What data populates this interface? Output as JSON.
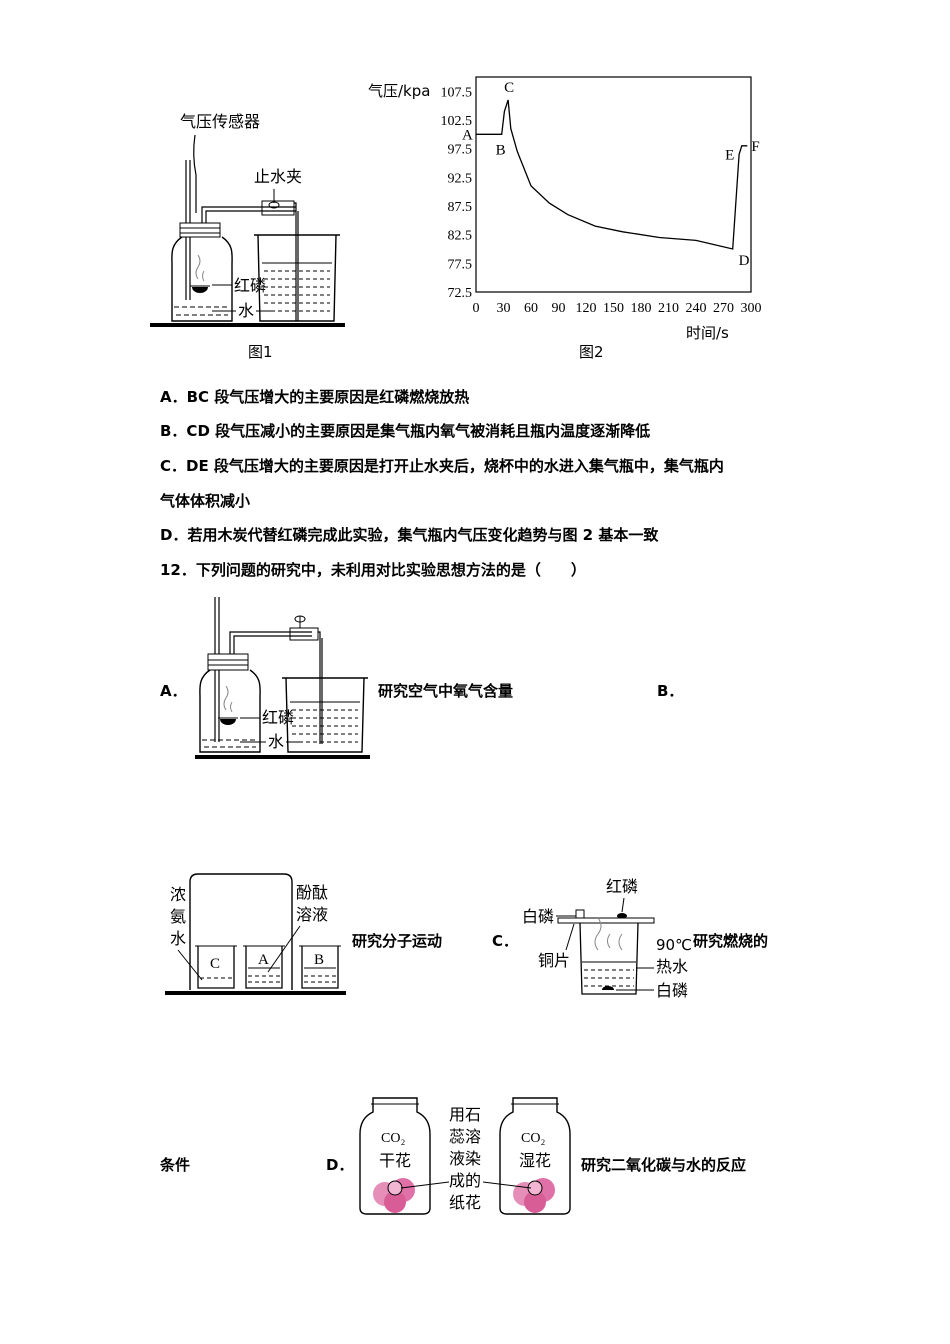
{
  "fig1": {
    "sensor_label": "气压传感器",
    "clamp_label": "止水夹",
    "phosphorus_label": "红磷",
    "water_label": "水",
    "caption": "图1"
  },
  "fig2": {
    "caption": "图2",
    "ylabel": "气压/kpa",
    "xlabel": "时间/s",
    "point_labels": [
      "A",
      "B",
      "C",
      "D",
      "E",
      "F"
    ],
    "chart_data": {
      "type": "line",
      "ylabel": "气压/kpa",
      "xlabel": "时间/s",
      "xlim": [
        0,
        300
      ],
      "ylim": [
        72.5,
        110
      ],
      "x_ticks": [
        "0",
        "30",
        "60",
        "90",
        "120",
        "150",
        "180",
        "210",
        "240",
        "270",
        "300"
      ],
      "y_ticks": [
        "72.5",
        "77.5",
        "82.5",
        "87.5",
        "92.5",
        "97.5",
        "102.5",
        "107.5"
      ],
      "series": [
        {
          "points": [
            [
              0,
              100
            ],
            [
              25,
              100
            ],
            [
              28,
              100
            ],
            [
              31,
              104
            ],
            [
              35,
              106
            ],
            [
              38,
              101
            ],
            [
              45,
              97
            ],
            [
              60,
              91
            ],
            [
              80,
              88
            ],
            [
              100,
              86
            ],
            [
              130,
              84
            ],
            [
              160,
              83
            ],
            [
              200,
              82
            ],
            [
              240,
              81.5
            ],
            [
              280,
              80
            ],
            [
              287,
              96.5
            ],
            [
              290,
              98
            ],
            [
              296,
              98
            ]
          ]
        }
      ]
    }
  },
  "q11_options": {
    "A": "A．BC 段气压增大的主要原因是红磷燃烧放热",
    "B": "B．CD 段气压减小的主要原因是集气瓶内氧气被消耗且瓶内温度逐渐降低",
    "C1": "C．DE 段气压增大的主要原因是打开止水夹后，烧杯中的水进入集气瓶中，集气瓶内",
    "C2": "气体体积减小",
    "D": "D．若用木炭代替红磷完成此实验，集气瓶内气压变化趋势与图 2 基本一致"
  },
  "q12": {
    "stem": "12．下列问题的研究中，未利用对比实验思想方法的是（　　）",
    "A_letter": "A．",
    "A_text": "研究空气中氧气含量",
    "A_phosphorus": "红磷",
    "A_water": "水",
    "B_letter": "B．",
    "B_text": "研究分子运动",
    "B_ammonia": [
      "浓",
      "氨",
      "水"
    ],
    "B_phenol": [
      "酚酞",
      "溶液"
    ],
    "B_beakers": [
      "C",
      "A",
      "B"
    ],
    "C_letter": "C．",
    "C_text1": "研究燃烧的",
    "C_text2": "条件",
    "C_red_p": "红磷",
    "C_white_p": "白磷",
    "C_copper": "铜片",
    "C_temp": "90℃",
    "C_hot_water": "热水",
    "C_white_p2": "白磷",
    "D_letter": "D．",
    "D_text": "研究二氧化碳与水的反应",
    "D_co2": "CO₂",
    "D_dry": "干花",
    "D_wet": "湿花",
    "D_flower_label": [
      "用石",
      "蕊溶",
      "液染",
      "成的",
      "纸花"
    ]
  }
}
